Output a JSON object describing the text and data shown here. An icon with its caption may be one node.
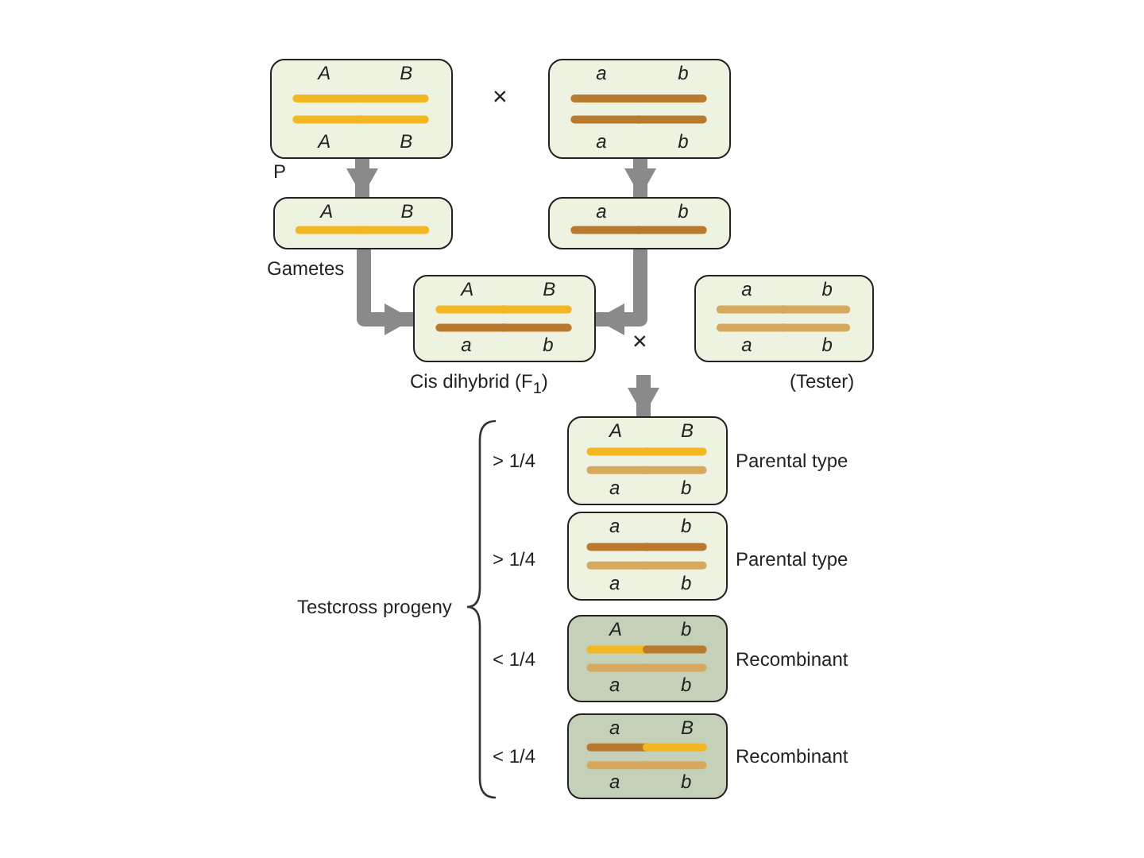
{
  "diagram": {
    "nodes": [
      {
        "text": [
          "A",
          "B",
          "A",
          "B"
        ],
        "beside": [
          "P"
        ]
      },
      {
        "text": [
          "a",
          "b",
          "a",
          "b"
        ]
      },
      {
        "text": [
          "A",
          "B"
        ],
        "beside": [
          "Gametes"
        ]
      },
      {
        "text": [
          "a",
          "b"
        ]
      },
      {
        "text": [
          "A",
          "B",
          "a",
          "b"
        ],
        "beside": [
          "Cis dihybrid (F$_{1}$)"
        ]
      },
      {
        "text": [
          "a",
          "b",
          "a",
          "b"
        ],
        "beside": [
          "(Tester)"
        ]
      },
      {
        "text": [
          "A",
          "B",
          "a",
          "b"
        ],
        "beside": [
          "> 1/4",
          "Parental type"
        ]
      },
      {
        "text": [
          "a",
          "b",
          "a",
          "b"
        ],
        "beside": [
          "> 1/4",
          "Parental type"
        ]
      },
      {
        "text": [
          "A",
          "b",
          "a",
          "b"
        ],
        "beside": [
          "< 1/4",
          "Recombinant"
        ]
      },
      {
        "text": [
          "a",
          "B",
          "a",
          "b"
        ],
        "beside": [
          "< 1/4",
          "Recombinant"
        ]
      }
    ],
    "edges": [
      {
        "from": 0,
        "to": 2,
        "arrow": "to"
      },
      {
        "from": 1,
        "to": 3,
        "arrow": "to"
      },
      {
        "from": 2,
        "to": 4,
        "arrow": "to"
      },
      {
        "from": 3,
        "to": 4,
        "arrow": "to"
      },
      {
        "from": null,
        "to": 6,
        "arrow": "to"
      }
    ],
    "labels": [
      "×",
      "×",
      "Testcross progeny"
    ]
  }
}
